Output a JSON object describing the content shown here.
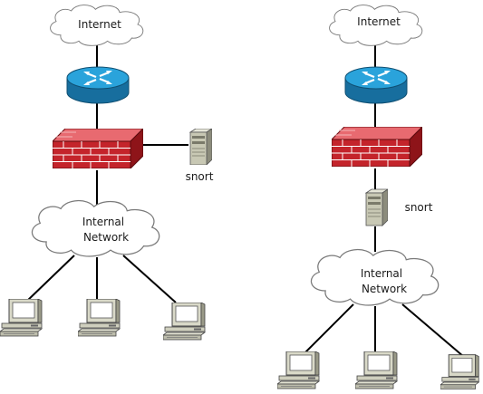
{
  "diagrams": [
    {
      "internet_label": "Internet",
      "sensor_label": "snort",
      "internal_label_line1": "Internal",
      "internal_label_line2": "Network"
    },
    {
      "internet_label": "Internet",
      "sensor_label": "snort",
      "internal_label_line1": "Internal",
      "internal_label_line2": "Network"
    }
  ],
  "icons": {
    "router": "router-icon",
    "firewall": "firewall-icon",
    "server": "server-icon",
    "workstation": "computer-icon",
    "cloud": "cloud-icon"
  },
  "colors": {
    "router": "#1f8fc6",
    "firewall": "#c4242b",
    "server": "#c8c8b4",
    "workstation": "#d9d9c8"
  }
}
